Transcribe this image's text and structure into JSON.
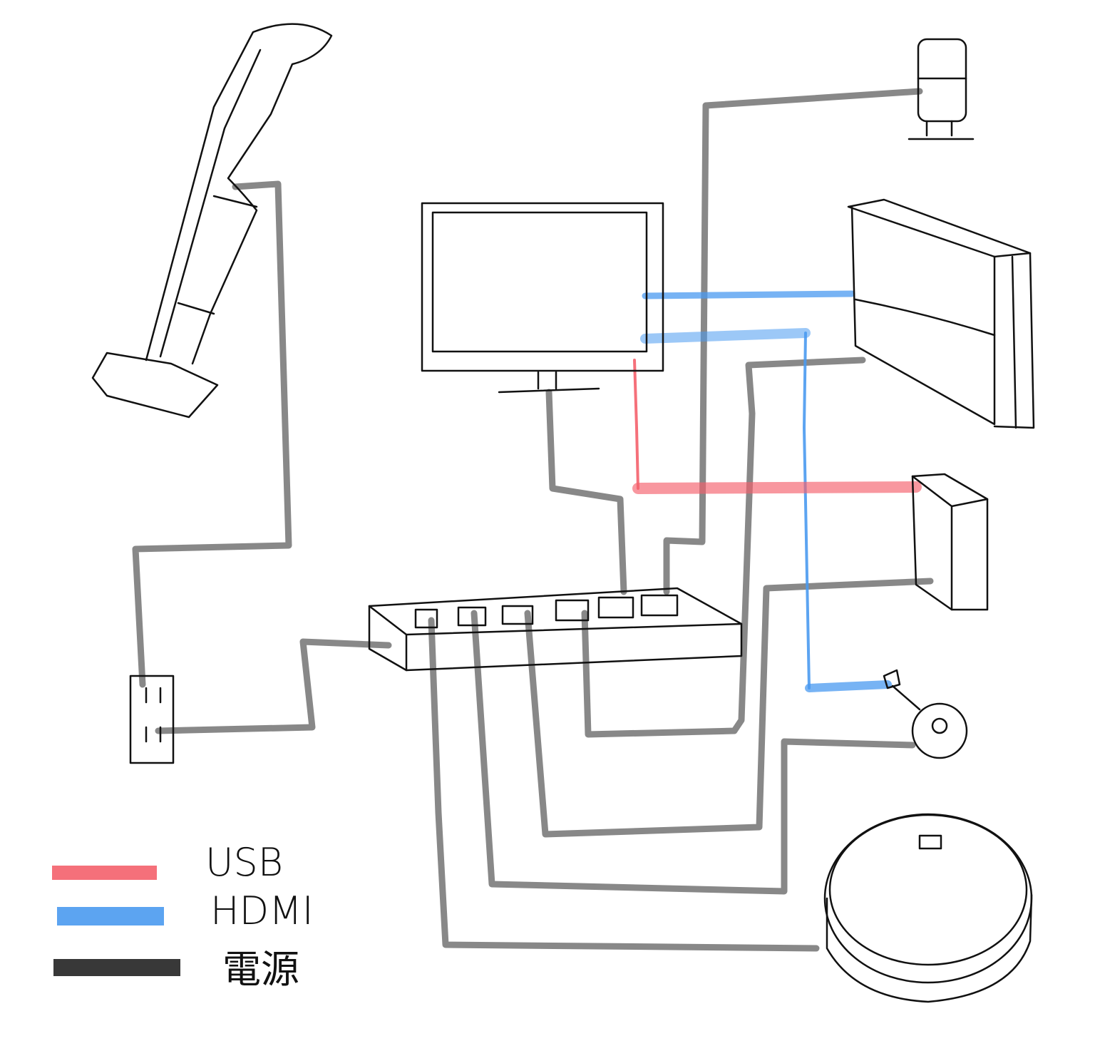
{
  "legend": [
    {
      "label": "USB",
      "color": "#f4606c"
    },
    {
      "label": "HDMI",
      "color": "#4a9af0"
    },
    {
      "label": "電源",
      "color": "#222222"
    }
  ],
  "colors": {
    "power_cable": "#6a6a6a",
    "usb": "#f4606c",
    "hdmi": "#4a9af0",
    "ink": "#111111"
  }
}
